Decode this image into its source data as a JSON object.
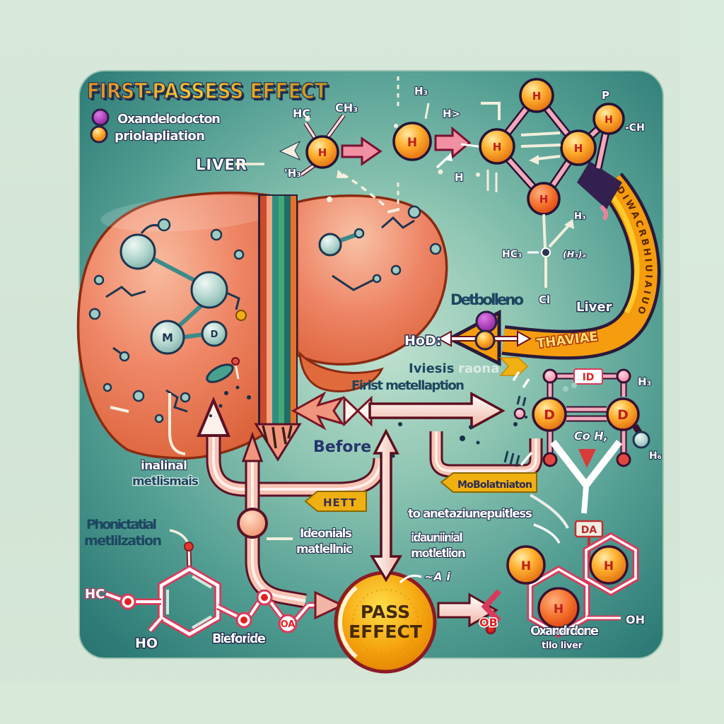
{
  "title": "FIRST-PASSESS EFFECT",
  "legend": {
    "item1": "Oxandelodocton",
    "item2": "priolapliation"
  },
  "liver": {
    "pointer": "LIVER",
    "inner_m": "M",
    "inner_d": "D",
    "leader1": "inalinal",
    "leader2": "metlismais"
  },
  "top": {
    "hc": "HC",
    "ch3": "CH₃",
    "h3_apos": "'H₃",
    "h3_tick": "H₃",
    "hgt": "H>",
    "bracket_h": "H",
    "p": "P",
    "ch": "-CH",
    "atom": "H"
  },
  "branch": {
    "hc3": "HC₃",
    "h3": "H₃",
    "h3a": "(H₃)ₐ",
    "cl": "Cl"
  },
  "mid": {
    "detbolleno": "Detbolleno",
    "hod": "HoD:",
    "liver": "Liver",
    "iviesis": "Iviesis",
    "raona": "raona",
    "firist": "Firist metellaption",
    "before": "Before"
  },
  "badges": {
    "het": "HETT",
    "mobol": "MoBolatniaton"
  },
  "right": {
    "to_anet": "to anetaziunepuitless",
    "idaun1": "idauniinial",
    "idaun2": "motletlion",
    "id_box": "ID",
    "h3": "H₃",
    "h6": "H₆",
    "coh": "Co H,",
    "atom_d": "D",
    "da": "DA"
  },
  "center": {
    "ideon1": "Ideonials",
    "ideon2": "matlellnic",
    "pass1": "PASS",
    "pass2": "EFFECT",
    "ai": "~A i"
  },
  "bottomleft": {
    "phon1": "Phonictatial",
    "phon2": "metlilzation",
    "hc": "HC",
    "ho": "HO",
    "bieforide": "Bieforide",
    "oa": "OA"
  },
  "bottomright": {
    "ob": "OB",
    "oh": "OH",
    "oxan": "Oxandrdone",
    "tllo": "tllo liver",
    "atom": "H"
  },
  "ribbon": {
    "text": "DIWACRBHIUIAIUO",
    "stamp": "THAVIAE"
  },
  "colors": {
    "panel_center": "#bfe0d0",
    "panel_edge": "#266e6c",
    "ribbon": "#f59d0e",
    "badge": "#f0b012",
    "sphere": "#f07818",
    "liver": "#ee8566",
    "pass_circle": "#f5a50f",
    "bond_pink": "#f2a9bc",
    "red_label": "#cc2020",
    "teal_sphere": "#a8cfc8",
    "title": "#f2a818"
  }
}
